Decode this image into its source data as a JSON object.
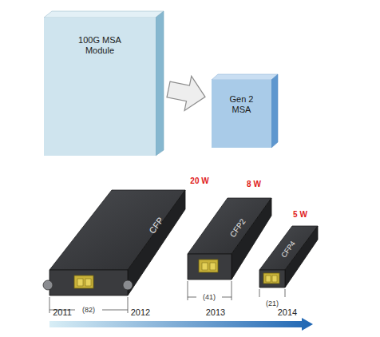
{
  "diagram": {
    "nodes": [
      {
        "text": [
          "100G MSA Module"
        ]
      },
      {
        "text": [
          "Gen 2 MSA"
        ]
      }
    ],
    "edges": [
      {
        "from": 0,
        "to": 1,
        "arrow": "to"
      }
    ],
    "labels": [
      "CFP",
      "CFP2",
      "CFP4",
      "20 W",
      "8 W",
      "5 W",
      "(82)",
      "(41)",
      "(21)",
      "2011",
      "2012",
      "2013",
      "2014"
    ]
  }
}
